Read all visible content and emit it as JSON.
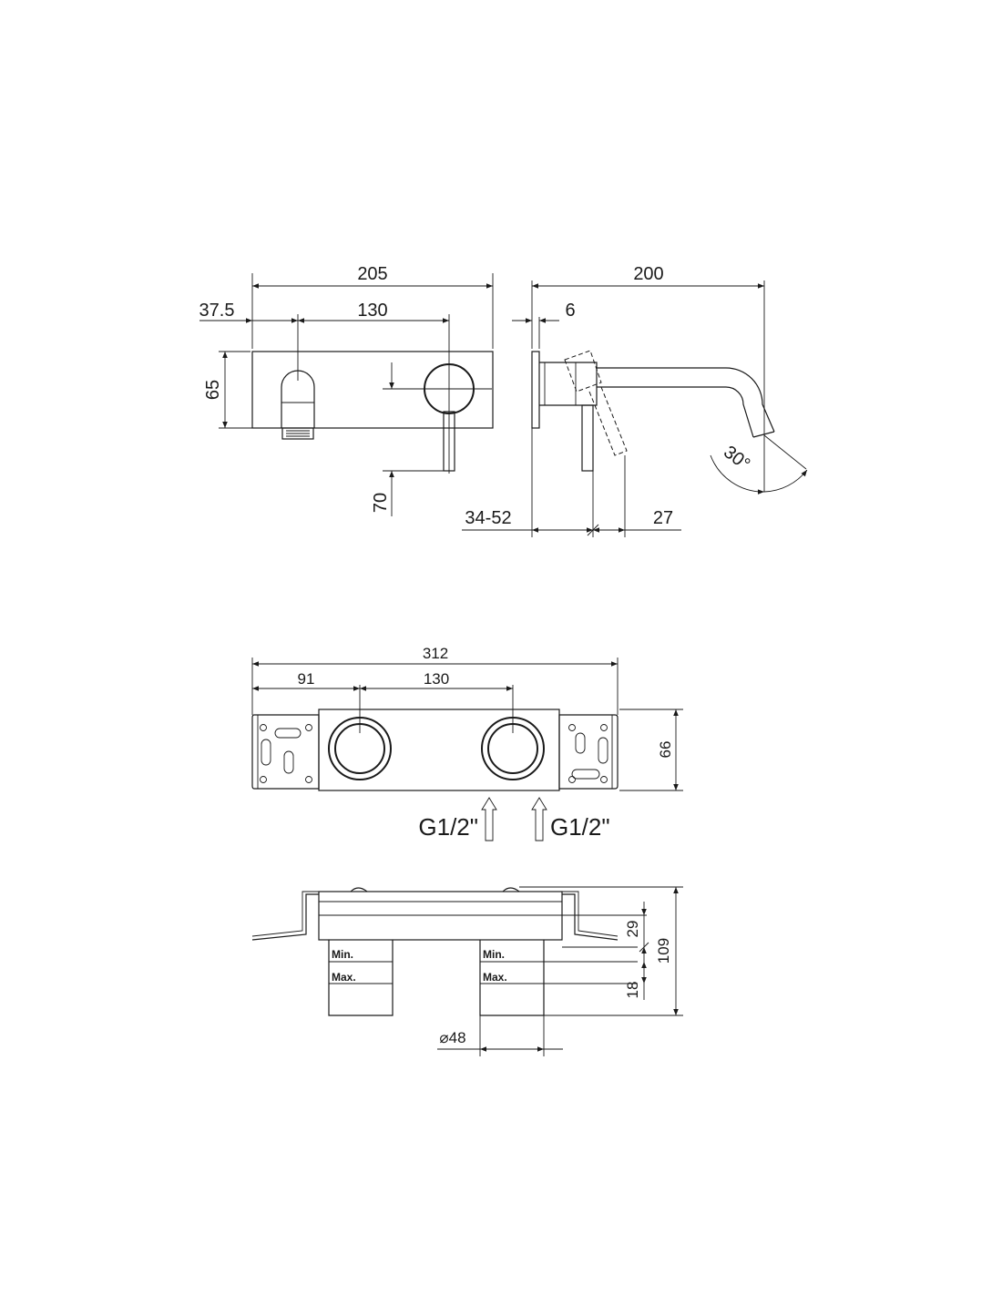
{
  "front_view": {
    "dim_overall_width": "205",
    "dim_spout_offset": "37.5",
    "dim_center_distance": "130",
    "dim_plate_height": "65",
    "dim_handle_drop": "70"
  },
  "side_view": {
    "dim_projection": "200",
    "dim_plate_thickness": "6",
    "dim_wall_depth": "34-52",
    "dim_handle_offset": "27",
    "dim_rotation_angle": "30°"
  },
  "body_top_view": {
    "dim_overall_length": "312",
    "dim_edge_to_center": "91",
    "dim_center_distance": "130",
    "dim_height": "66",
    "inlet_left_label": "G1/2\"",
    "inlet_right_label": "G1/2\""
  },
  "body_side_view": {
    "label_min_left": "Min.",
    "label_max_left": "Max.",
    "label_min_right": "Min.",
    "label_max_right": "Max.",
    "dim_depth_29": "29",
    "dim_depth_18": "18",
    "dim_total_109": "109",
    "dim_diameter": "⌀48"
  }
}
